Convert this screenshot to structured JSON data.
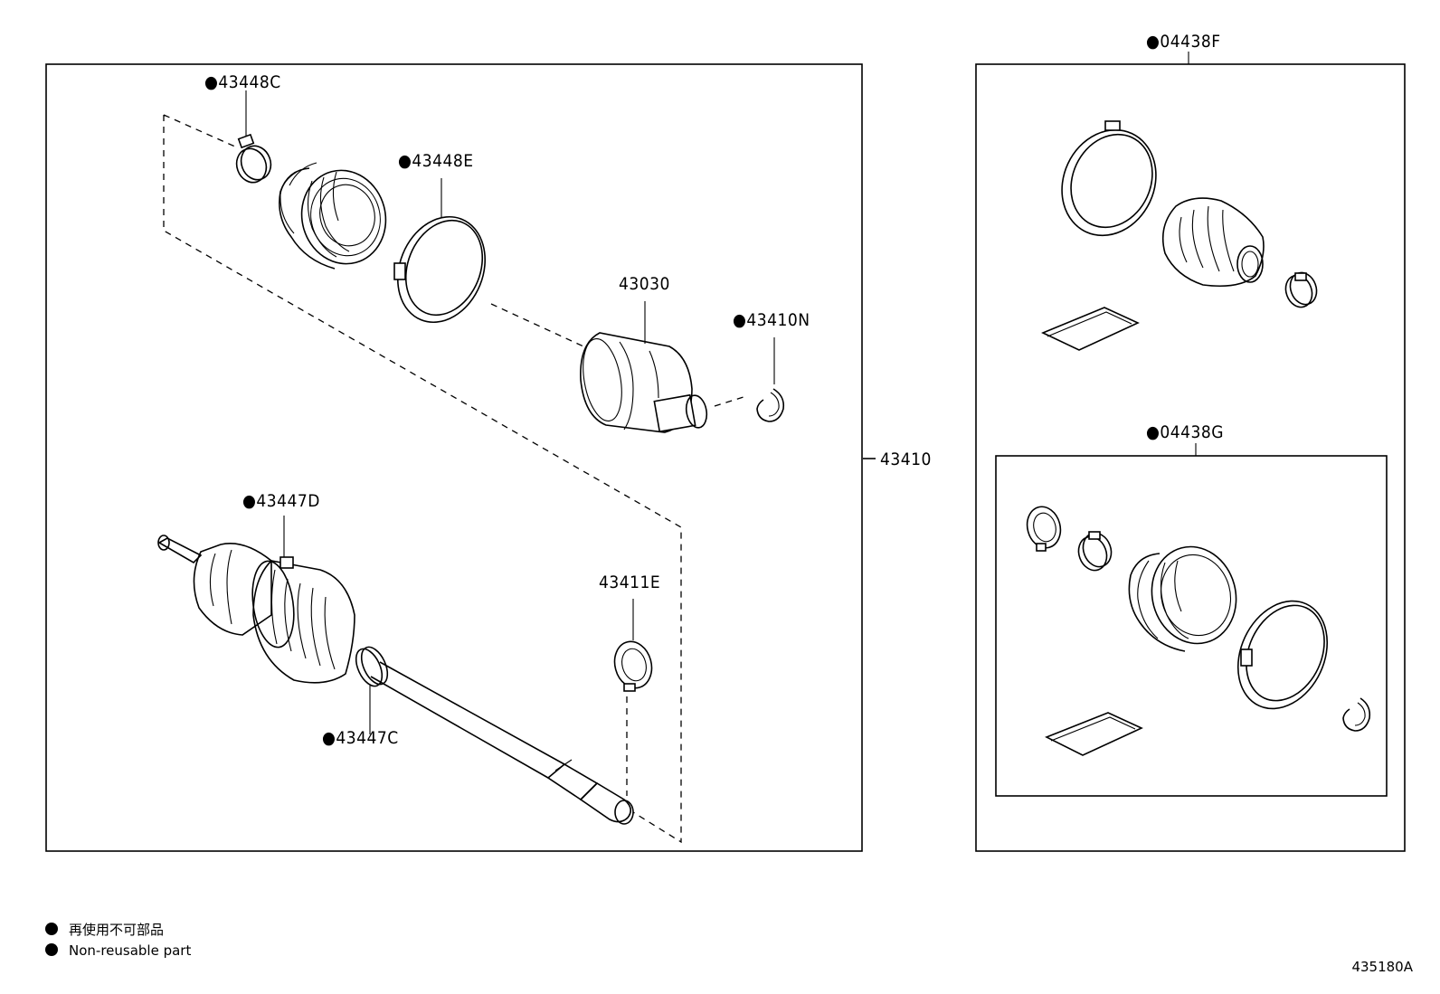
{
  "part_labels": {
    "p43448C": "●43448C",
    "p43448E": "●43448E",
    "p43030": "43030",
    "p43410N": "●43410N",
    "p43447D": "●43447D",
    "p43411E": "43411E",
    "p43447C": "●43447C",
    "p43410": "43410",
    "p04438F": "●04438F",
    "p04438G": "●04438G"
  },
  "legend": {
    "bullet_icon": "filled-circle",
    "line1": "再使用不可部品",
    "line2": "Non-reusable part"
  },
  "diagram_id": "435180A"
}
